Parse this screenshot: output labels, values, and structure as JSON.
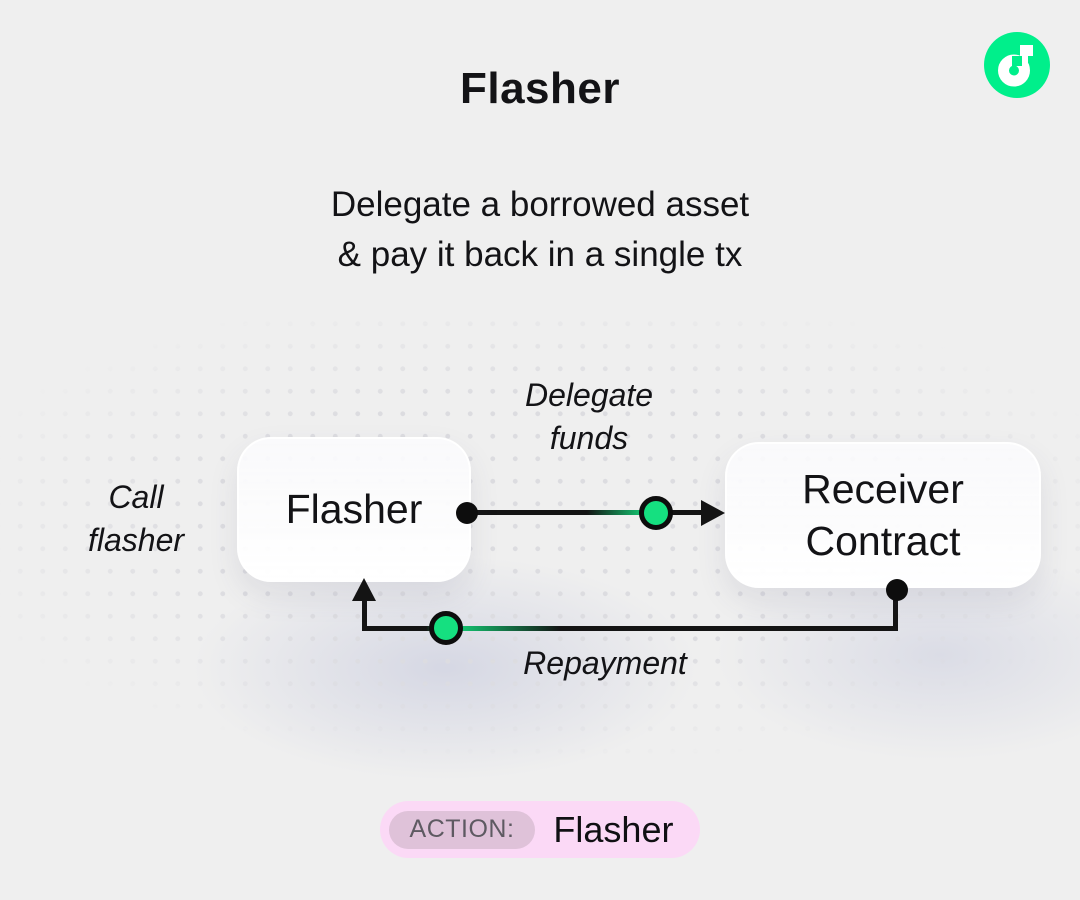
{
  "header": {
    "title": "Flasher",
    "subtitle": "Delegate a borrowed asset\n& pay it back in a single tx"
  },
  "logo": {
    "name": "flow-logo",
    "brand_green": "#00ef8b"
  },
  "diagram": {
    "nodes": [
      {
        "id": "flasher",
        "label": "Flasher"
      },
      {
        "id": "receiver",
        "label": "Receiver\nContract"
      }
    ],
    "edges": [
      {
        "id": "delegate",
        "from": "flasher",
        "to": "receiver",
        "label": "Delegate\nfunds"
      },
      {
        "id": "repayment",
        "from": "receiver",
        "to": "flasher",
        "label": "Repayment"
      }
    ],
    "side_label": "Call\nflasher",
    "colors": {
      "line": "#141414",
      "token_green": "#15e080",
      "background": "#efefef",
      "dot_grid": "#dcdce0"
    }
  },
  "footer": {
    "action_label": "ACTION:",
    "action_value": "Flasher",
    "badge_bg": "#fbd9f6",
    "chip_bg": "#dfc2d9"
  }
}
